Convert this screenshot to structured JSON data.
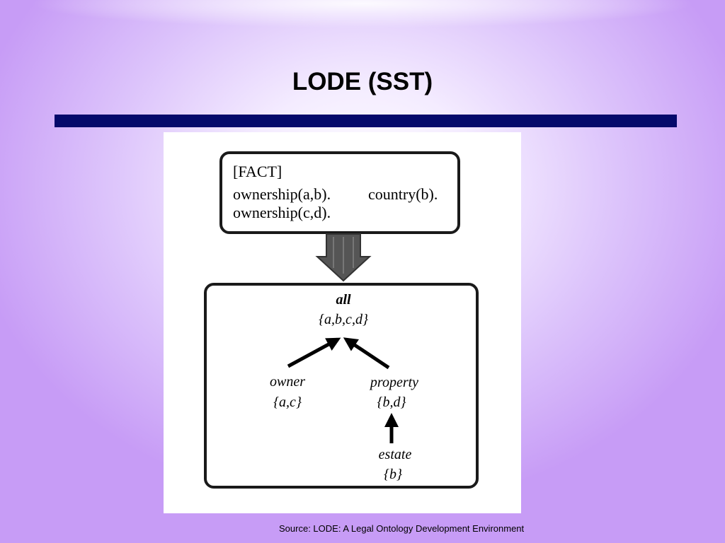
{
  "slide": {
    "title": "LODE (SST)",
    "source": "Source: LODE:  A Legal Ontology Development Environment"
  },
  "diagram": {
    "fact_box": {
      "header": "[FACT]",
      "line1_a": "ownership(a,b).",
      "line1_b": "country(b).",
      "line2": "ownership(c,d)."
    },
    "nodes": {
      "all": {
        "name": "all",
        "set": "{a,b,c,d}"
      },
      "owner": {
        "name": "owner",
        "set": "{a,c}"
      },
      "property": {
        "name": "property",
        "set": "{b,d}"
      },
      "estate": {
        "name": "estate",
        "set": "{b}"
      }
    }
  },
  "colors": {
    "title_bar": "#050a6b",
    "background_edge": "#c79cf6"
  }
}
